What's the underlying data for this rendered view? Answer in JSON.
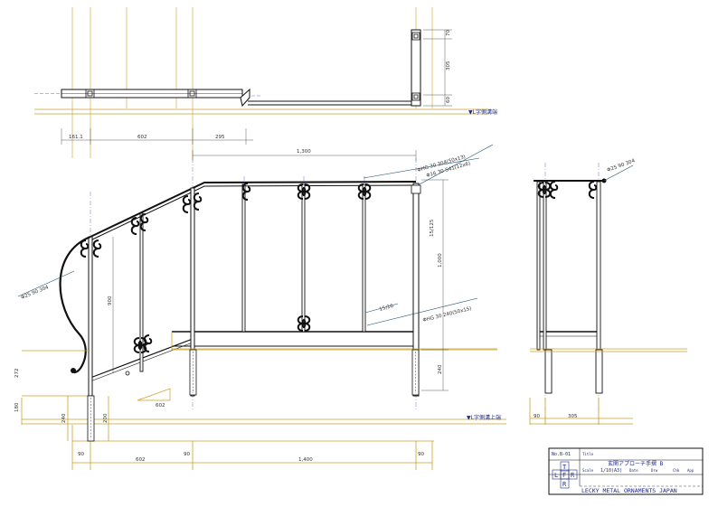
{
  "drawing": {
    "plan_level_label": "▼L字側溝端",
    "grade_level_label": "▼L字側溝上端",
    "dims": {
      "plan_offset": "161.1",
      "plan_span": "602",
      "plan_end": "295",
      "total_top": "1,300",
      "height_total": "1,000",
      "picket_spacing": "15/125",
      "post_depth": "240",
      "curb_height": "272",
      "rail_height": "900",
      "slope": "602",
      "left_depth": "180",
      "left_embed": "240",
      "left_embed2": "200",
      "base_left": "90",
      "base_span": "602",
      "base_mid": "90",
      "base_total": "1,400",
      "base_right": "90",
      "side_base": "90",
      "side_span": "305",
      "top_v1": "70",
      "top_v2": "305",
      "top_v3": "60"
    },
    "callouts": {
      "top_rail_1": "ΦHG 30  304(50x13)",
      "top_rail_2": "Φ16 30  S41(12x6)",
      "bottom_rail": "ΦHG 30  240(50x15)",
      "picket": "15/16",
      "handrail_left": "Φ25 90  304",
      "handrail_side": "Φ25 90  304"
    }
  },
  "title_block": {
    "number": "No.B-01",
    "title": "玄関アプローチ手摺 B",
    "scale": "1/10(A3)",
    "marks": [
      "T",
      "L",
      "F",
      "R",
      "R"
    ],
    "company": "LECKY METAL ORNAMENTS JAPAN",
    "small": [
      "Title",
      "Scale",
      "Date",
      "Drw",
      "Chk",
      "App"
    ]
  }
}
